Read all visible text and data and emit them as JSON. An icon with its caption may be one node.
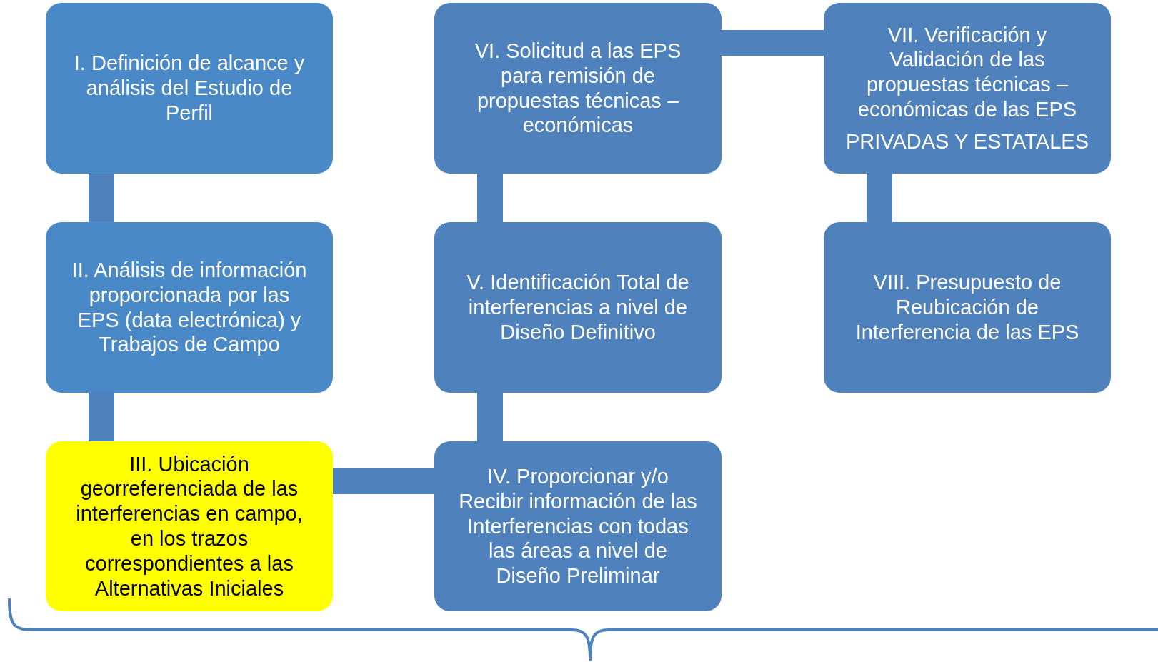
{
  "diagram": {
    "nodes": [
      {
        "text": [
          "I. Definición de alcance y análisis del Estudio de Perfil"
        ]
      },
      {
        "text": [
          "II. Análisis de información proporcionada por las EPS (data electrónica) y Trabajos de Campo"
        ]
      },
      {
        "text": [
          "III. Ubicación georreferenciada de las interferencias en campo, en los trazos correspondientes a las Alternativas Iniciales"
        ]
      },
      {
        "text": [
          "IV. Proporcionar y/o Recibir información  de las Interferencias con todas las áreas a nivel de Diseño Preliminar"
        ]
      },
      {
        "text": [
          "V. Identificación Total de interferencias a nivel de Diseño Definitivo"
        ]
      },
      {
        "text": [
          "VI. Solicitud a las EPS para remisión de propuestas técnicas – económicas"
        ]
      },
      {
        "text": [
          "VII. Verificación y Validación de las propuestas técnicas – económicas de las EPS",
          "PRIVADAS Y ESTATALES"
        ]
      },
      {
        "text": [
          "VIII. Presupuesto de Reubicación de Interferencia de las EPS"
        ]
      }
    ],
    "edges": [
      {
        "from": 0,
        "to": 1,
        "arrow": "none"
      },
      {
        "from": 1,
        "to": 2,
        "arrow": "none"
      },
      {
        "from": 2,
        "to": 3,
        "arrow": "none"
      },
      {
        "from": 3,
        "to": 4,
        "arrow": "none"
      },
      {
        "from": 4,
        "to": 5,
        "arrow": "none"
      },
      {
        "from": 5,
        "to": 6,
        "arrow": "none"
      },
      {
        "from": 6,
        "to": 7,
        "arrow": "none"
      }
    ]
  }
}
